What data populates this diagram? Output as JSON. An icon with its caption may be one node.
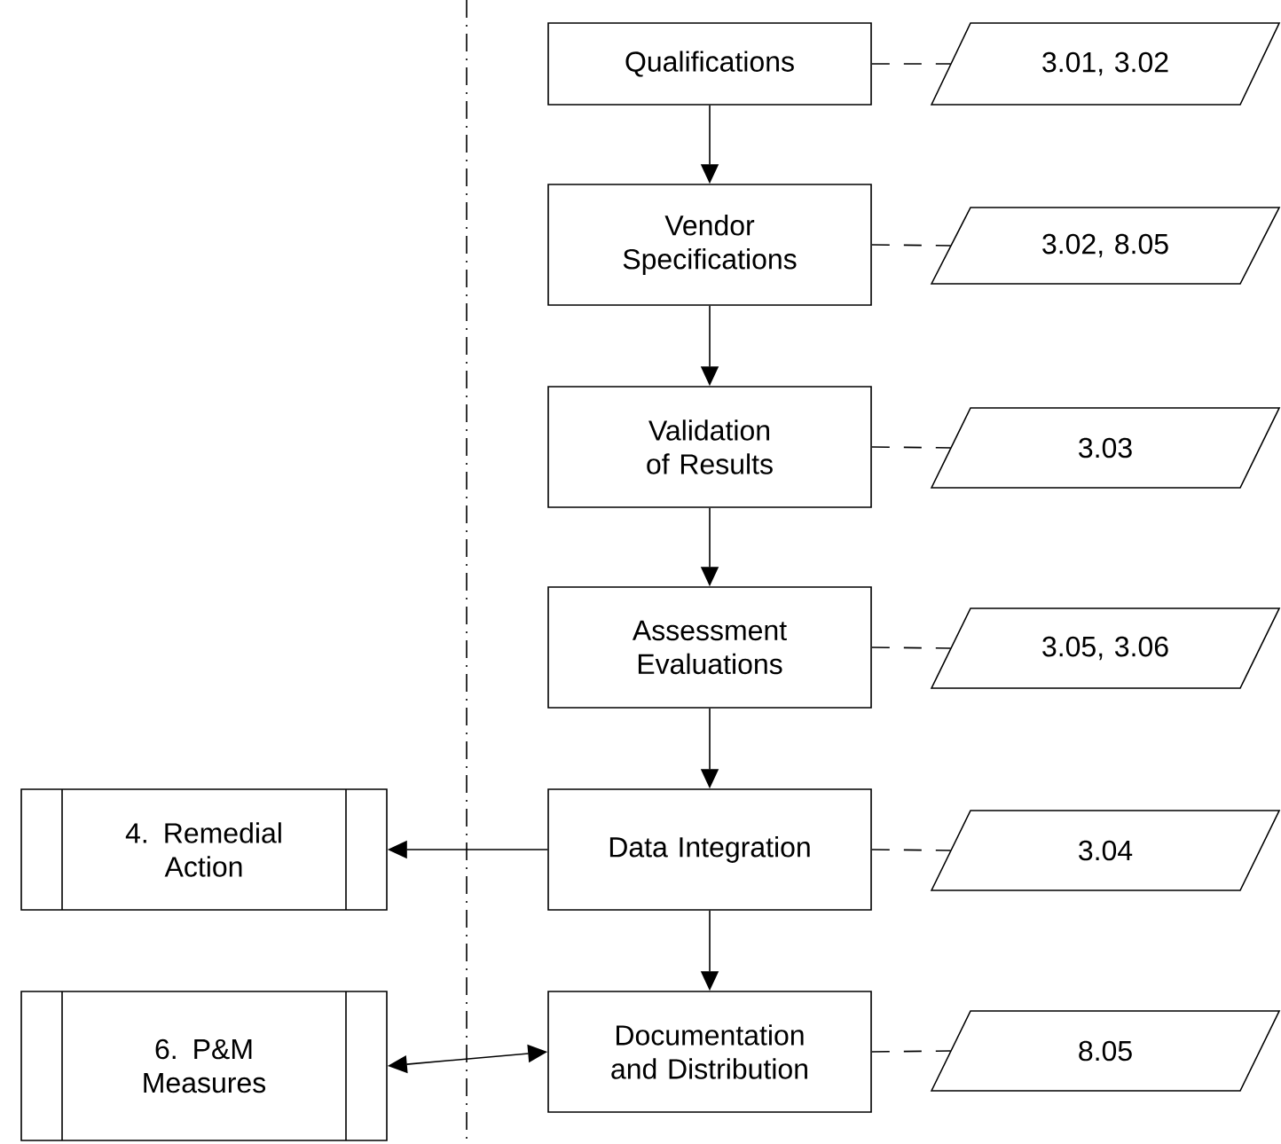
{
  "diagram": {
    "nodes": [
      {
        "text": [
          "Qualifications"
        ]
      },
      {
        "text": [
          "3.01, 3.02"
        ]
      },
      {
        "text": [
          "Vendor Specifications"
        ]
      },
      {
        "text": [
          "3.02, 8.05"
        ]
      },
      {
        "text": [
          "Validation of Results"
        ]
      },
      {
        "text": [
          "3.03"
        ]
      },
      {
        "text": [
          "Assessment Evaluations"
        ]
      },
      {
        "text": [
          "3.05, 3.06"
        ]
      },
      {
        "text": [
          "4. Remedial Action"
        ]
      },
      {
        "text": [
          "Data Integration"
        ]
      },
      {
        "text": [
          "3.04"
        ]
      },
      {
        "text": [
          "6. P&M Measures"
        ]
      },
      {
        "text": [
          "Documentation and Distribution"
        ]
      },
      {
        "text": [
          "8.05"
        ]
      }
    ],
    "edges": [
      {
        "from": 0,
        "to": 2,
        "arrow": "to"
      },
      {
        "from": 2,
        "to": 4,
        "arrow": "to"
      },
      {
        "from": 4,
        "to": 6,
        "arrow": "to"
      },
      {
        "from": 6,
        "to": 9,
        "arrow": "to"
      },
      {
        "from": 9,
        "to": 12,
        "arrow": "to"
      },
      {
        "from": 9,
        "to": 8,
        "arrow": "to"
      },
      {
        "from": 11,
        "to": 12,
        "arrow": "both"
      },
      {
        "from": 0,
        "to": 1,
        "arrow": "none",
        "style": "dashed"
      },
      {
        "from": 2,
        "to": 3,
        "arrow": "none",
        "style": "dashed"
      },
      {
        "from": 4,
        "to": 5,
        "arrow": "none",
        "style": "dashed"
      },
      {
        "from": 6,
        "to": 7,
        "arrow": "none",
        "style": "dashed"
      },
      {
        "from": 9,
        "to": 10,
        "arrow": "none",
        "style": "dashed"
      },
      {
        "from": 12,
        "to": 13,
        "arrow": "none",
        "style": "dashed"
      }
    ]
  }
}
